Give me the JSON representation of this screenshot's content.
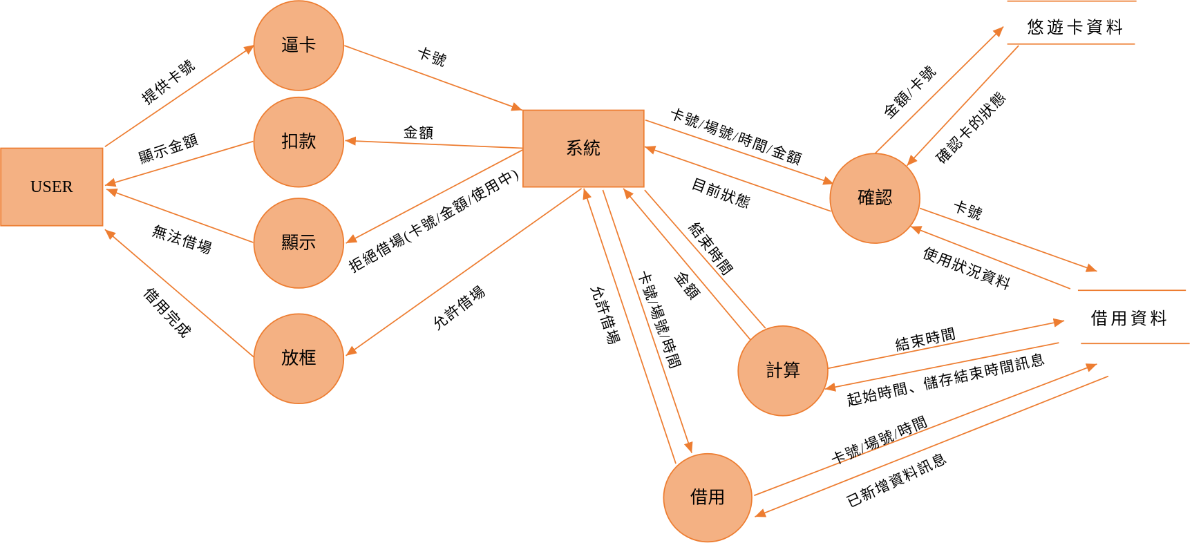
{
  "colors": {
    "accent": "#ED7D31",
    "node_fill": "#F4B183",
    "text": "#000000",
    "background": "#FFFFFF"
  },
  "entities": {
    "user": "USER",
    "system": "系統"
  },
  "processes": {
    "beep_card": "逼卡",
    "deduct": "扣款",
    "display": "顯示",
    "release": "放框",
    "confirm": "確認",
    "calculate": "計算",
    "borrow": "借用"
  },
  "data_stores": {
    "easycard_data": "悠遊卡資料",
    "borrow_data": "借用資料"
  },
  "flows": {
    "provide_card_number": "提供卡號",
    "show_amount": "顯示金額",
    "cannot_borrow": "無法借場",
    "borrow_complete": "借用完成",
    "card_number_to_system": "卡號",
    "amount_to_deduct": "金額",
    "reject_borrow": "拒絕借場(卡號/金額/使用中)",
    "allow_borrow_release": "允許借場",
    "card_field_time_amount": "卡號/場號/時間/金額",
    "current_status": "目前狀態",
    "amount_card_number": "金額/卡號",
    "confirm_card_status": "確認卡的狀態",
    "card_number_to_borrow_data": "卡號",
    "usage_status_data": "使用狀況資料",
    "end_time_to_system": "結束時間",
    "amount_to_system": "金額",
    "end_time_to_borrow_data": "結束時間",
    "start_time_save_message": "起始時間、儲存結束時間訊息",
    "card_field_time_to_borrow": "卡號/場號/時間",
    "allow_borrow_to_system": "允許借場",
    "card_field_time_to_borrow_data": "卡號/場號/時間",
    "new_data_added_message": "已新增資料訊息"
  }
}
